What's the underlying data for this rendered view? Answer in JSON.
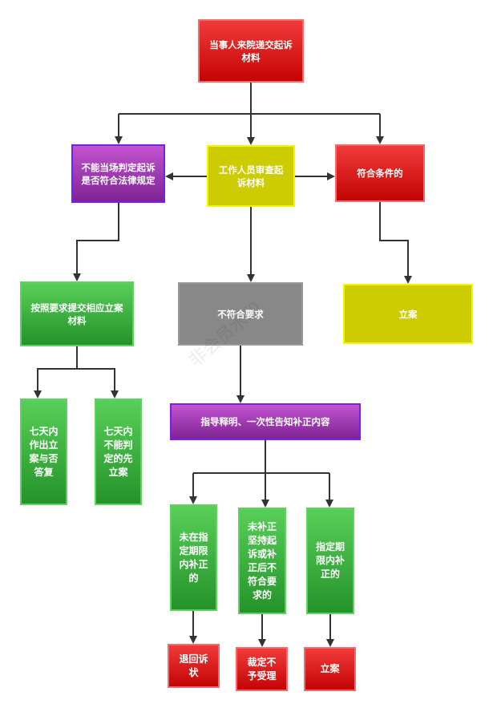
{
  "nodes": {
    "submit": "当事人来院递交起诉材料",
    "cannot_judge": "不能当场判定起诉是否符合法律规定",
    "review": "工作人员审查起诉材料",
    "qualified": "符合条件的",
    "submit_materials": "按照要求提交相应立案材料",
    "not_meet": "不符合要求",
    "file_case_right": "立案",
    "seven_days_reply": "七天内作出立案与否答复",
    "seven_days_file": "七天内不能判定的先立案",
    "guide": "指导释明、一次性告知补正内容",
    "not_corrected_in_time": "未在指定期限内补正的",
    "insist_or_fail": "未补正坚持起诉或补正后不符合要求的",
    "corrected_in_time": "指定期限内补正的",
    "return_complaint": "退回诉状",
    "rule_not_accept": "裁定不予受理",
    "file_case_bottom": "立案"
  },
  "colors": {
    "red": "#e01818",
    "green": "#3cb043",
    "purple": "#a23cb4",
    "yellow": "#cccc00",
    "gray": "#888888",
    "connector": "#333333"
  },
  "watermark": "非会员水印"
}
